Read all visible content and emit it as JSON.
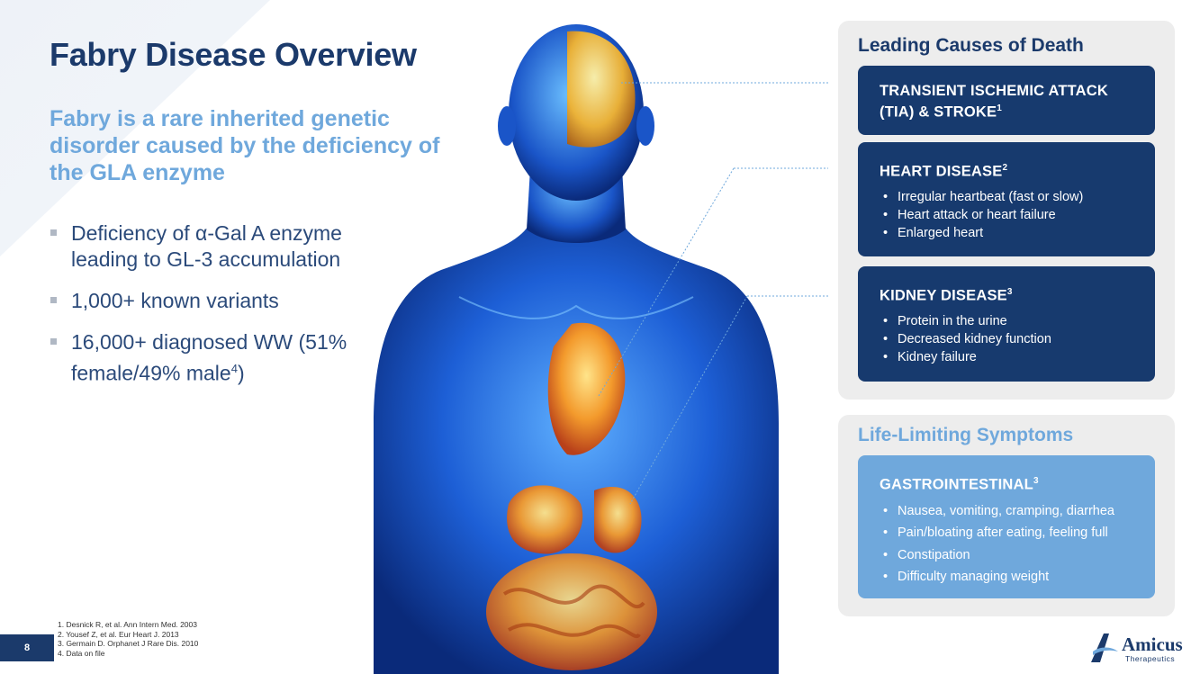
{
  "page": {
    "title": "Fabry Disease Overview",
    "subtitle": "Fabry is a rare inherited genetic disorder caused by the deficiency of the GLA enzyme",
    "page_number": "8"
  },
  "bullets": [
    {
      "text": "Deficiency of α-Gal A enzyme leading to GL-3 accumulation",
      "sup": ""
    },
    {
      "text": "1,000+ known variants",
      "sup": ""
    },
    {
      "text": "16,000+ diagnosed WW (51% female/49% male",
      "sup": "4",
      "tail": ")"
    }
  ],
  "references": [
    "1.  Desnick R, et al. Ann Intern Med. 2003",
    "2.  Yousef Z, et al. Eur Heart J. 2013",
    "3.  Germain D. Orphanet J Rare Dis. 2010",
    "4.  Data on file"
  ],
  "death_panel": {
    "title": "Leading Causes of Death",
    "cards": [
      {
        "title": "TRANSIENT ISCHEMIC ATTACK (TIA) & STROKE",
        "sup": "1",
        "items": []
      },
      {
        "title": "HEART DISEASE",
        "sup": "2",
        "items": [
          "Irregular heartbeat (fast or slow)",
          "Heart attack or heart failure",
          "Enlarged heart"
        ]
      },
      {
        "title": "KIDNEY DISEASE",
        "sup": "3",
        "items": [
          "Protein in the urine",
          "Decreased kidney function",
          "Kidney failure"
        ]
      }
    ]
  },
  "symptoms_panel": {
    "title": "Life-Limiting Symptoms",
    "card": {
      "title": "GASTROINTESTINAL",
      "sup": "3",
      "items": [
        "Nausea, vomiting, cramping, diarrhea",
        "Pain/bloating after eating, feeling full",
        "Constipation",
        "Difficulty managing weight"
      ]
    }
  },
  "logo": {
    "name": "Amicus",
    "sub": "Therapeutics"
  },
  "colors": {
    "navy": "#173a6e",
    "light_blue": "#6fa8dc",
    "panel_grey": "#ededed"
  }
}
